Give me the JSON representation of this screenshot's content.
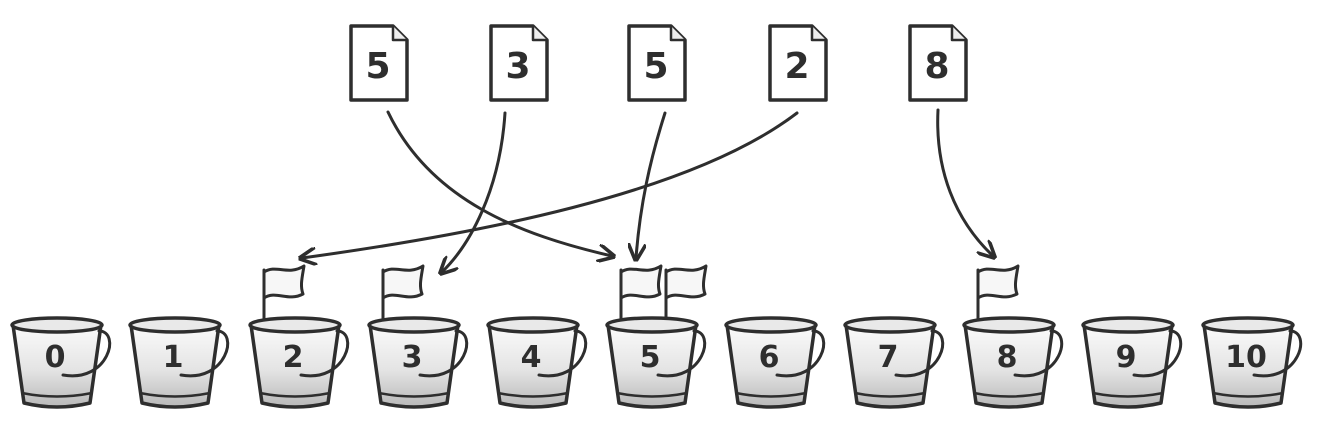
{
  "documents": [
    {
      "label": "5",
      "bucket": 5
    },
    {
      "label": "3",
      "bucket": 3
    },
    {
      "label": "5",
      "bucket": 5
    },
    {
      "label": "2",
      "bucket": 2
    },
    {
      "label": "8",
      "bucket": 8
    }
  ],
  "buckets": [
    {
      "label": "0",
      "flags": 0
    },
    {
      "label": "1",
      "flags": 0
    },
    {
      "label": "2",
      "flags": 1
    },
    {
      "label": "3",
      "flags": 1
    },
    {
      "label": "4",
      "flags": 0
    },
    {
      "label": "5",
      "flags": 2
    },
    {
      "label": "6",
      "flags": 0
    },
    {
      "label": "7",
      "flags": 0
    },
    {
      "label": "8",
      "flags": 1
    },
    {
      "label": "9",
      "flags": 0
    },
    {
      "label": "10",
      "flags": 0
    }
  ]
}
